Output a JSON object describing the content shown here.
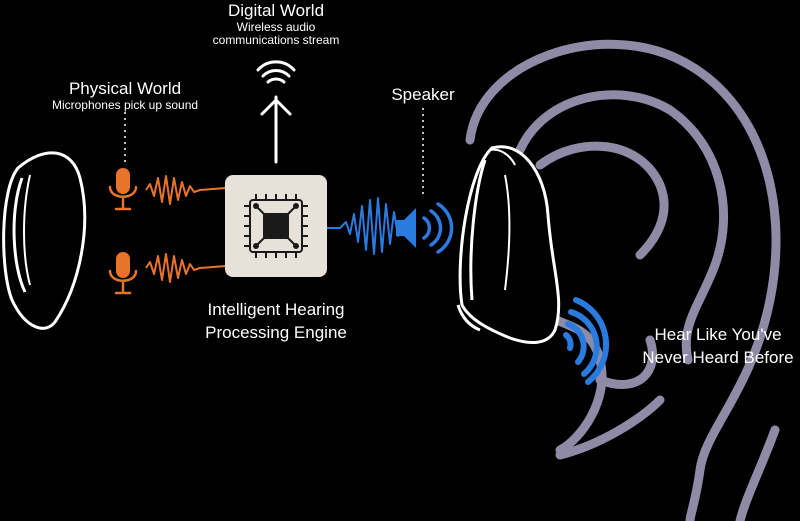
{
  "digital_world": {
    "title": "Digital World",
    "subtitle_line1": "Wireless audio",
    "subtitle_line2": "communications stream"
  },
  "physical_world": {
    "title": "Physical World",
    "subtitle": "Microphones pick up sound"
  },
  "speaker": {
    "title": "Speaker"
  },
  "engine": {
    "line1": "Intelligent Hearing",
    "line2": "Processing Engine"
  },
  "tagline": {
    "line1": "Hear Like You've",
    "line2": "Never Heard Before"
  },
  "colors": {
    "background": "#000000",
    "microphone": "#e8742a",
    "speaker": "#2a7be0",
    "ear_outline": "#8f8ba6",
    "chip_box": "#e6e1d9",
    "device_outline": "#ffffff"
  },
  "icons": {
    "microphone_top": "microphone-icon",
    "microphone_bottom": "microphone-icon",
    "antenna": "antenna-icon",
    "chip": "chip-icon",
    "speaker": "speaker-icon",
    "sound_out": "sound-waves-icon"
  }
}
